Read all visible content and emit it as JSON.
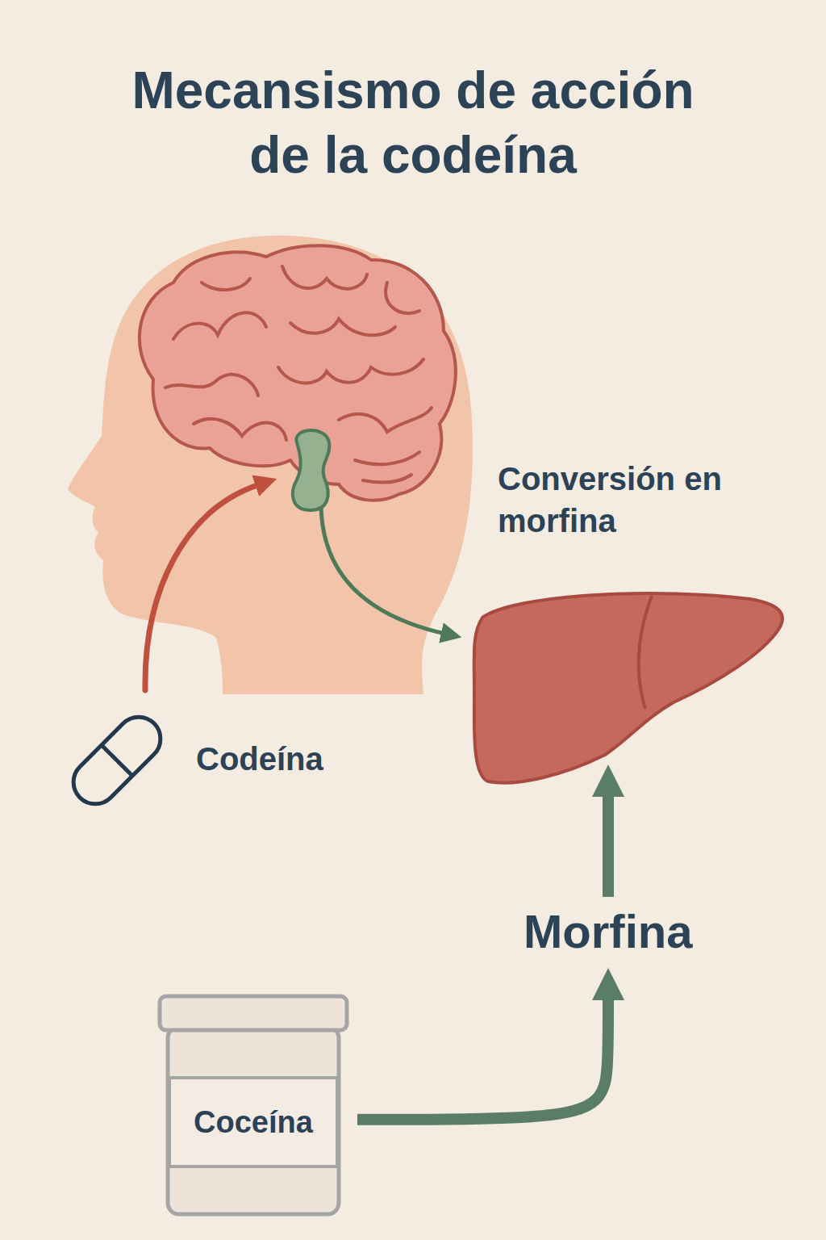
{
  "diagram": {
    "title": "Mecansismo de acción de la codeína",
    "nodes": [
      {
        "text": [
          "Conversión en morfina"
        ]
      },
      {
        "text": [
          "Codeína"
        ]
      },
      {
        "text": [
          "Morfina"
        ]
      },
      {
        "text": [
          "Coceína"
        ]
      }
    ],
    "edges": [
      {
        "from": 3,
        "to": 2,
        "arrow": "to"
      },
      {
        "from": 2,
        "to": 0,
        "arrow": "to"
      }
    ]
  }
}
